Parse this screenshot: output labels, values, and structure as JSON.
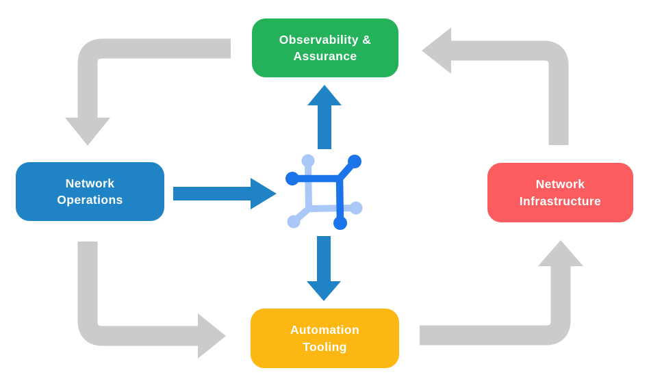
{
  "colors": {
    "background": "#FFFFFF",
    "observability_green": "#23B25A",
    "operations_blue": "#1F83C5",
    "infrastructure_red": "#FB5C5F",
    "automation_yellow": "#FCB713",
    "arrow_gray": "#CBCBCB",
    "arrow_blue": "#1F83C5",
    "icon_blue_dark": "#1A73E8",
    "icon_blue_light": "#A9C8F8",
    "label_text": "#FFFFFF"
  },
  "nodes": {
    "observability": {
      "label": "Observability &\nAssurance"
    },
    "operations": {
      "label": "Network\nOperations"
    },
    "infrastructure": {
      "label": "Network\nInfrastructure"
    },
    "automation": {
      "label": "Automation\nTooling"
    }
  },
  "center_icon": {
    "name": "network-hub-icon"
  },
  "flows": [
    {
      "from": "Observability & Assurance",
      "to": "Network Operations",
      "style": "gray-elbow"
    },
    {
      "from": "Network Operations",
      "to": "Automation Tooling",
      "style": "gray-elbow"
    },
    {
      "from": "Automation Tooling",
      "to": "Network Infrastructure",
      "style": "gray-elbow"
    },
    {
      "from": "Network Infrastructure",
      "to": "Observability & Assurance",
      "style": "gray-elbow"
    },
    {
      "from": "Network Operations",
      "to": "network-hub",
      "style": "blue-straight"
    },
    {
      "from": "network-hub",
      "to": "Observability & Assurance",
      "style": "blue-straight"
    },
    {
      "from": "network-hub",
      "to": "Automation Tooling",
      "style": "blue-straight"
    }
  ]
}
